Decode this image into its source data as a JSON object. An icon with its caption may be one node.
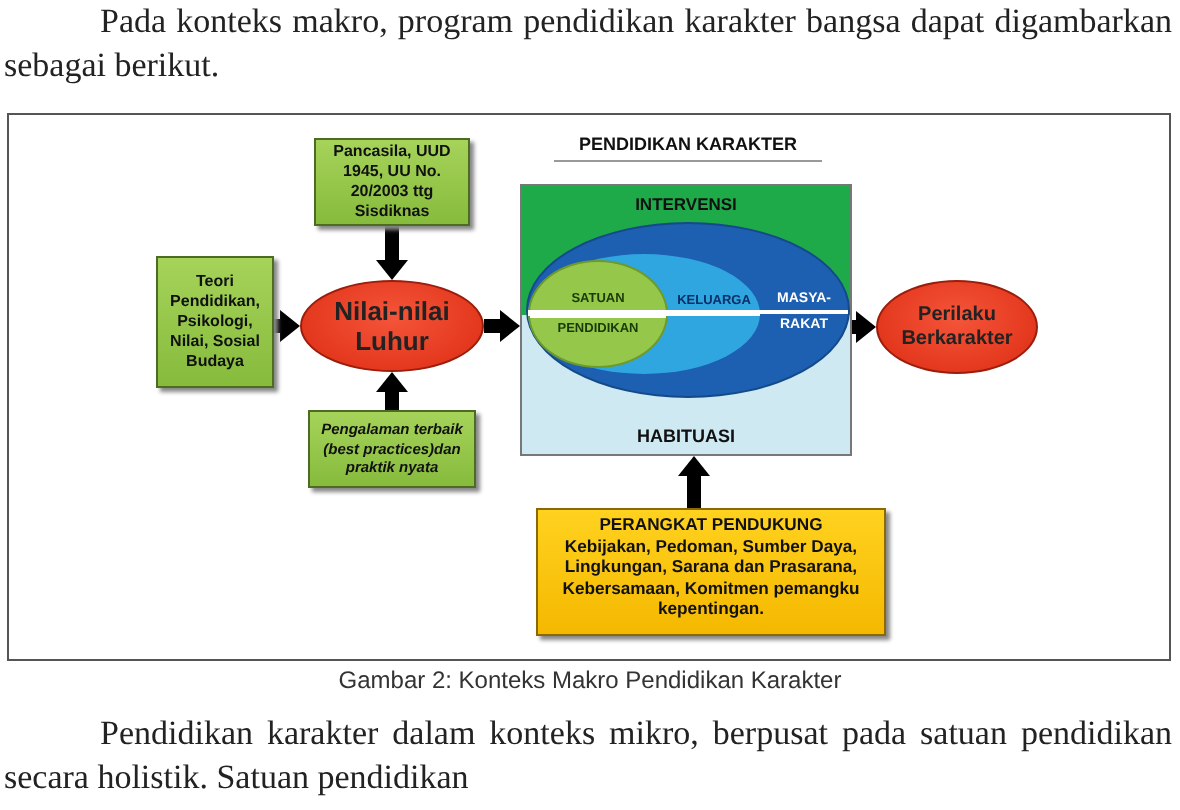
{
  "diagram": {
    "caption": "Gambar 2: Konteks Makro Pendidikan Karakter",
    "nodes": [
      {
        "text": [
          "Teori Pendidikan, Psikologi, Nilai, Sosial Budaya"
        ]
      },
      {
        "text": [
          "Pancasila, UUD 1945, UU No. 20/2003 ttg Sisdiknas"
        ]
      },
      {
        "text": [
          "Nilai-nilai Luhur"
        ]
      },
      {
        "text": [
          "Pengalaman terbaik (best practices)dan praktik nyata"
        ]
      },
      {
        "text": [
          "PENDIDIKAN KARAKTER",
          "INTERVENSI",
          "HABITUASI"
        ]
      },
      {
        "text": [
          "MASYA- RAKAT"
        ],
        "in": 4
      },
      {
        "text": [
          "KELUARGA"
        ],
        "in": 5
      },
      {
        "text": [
          "SATUAN PENDIDIKAN"
        ],
        "in": 6
      },
      {
        "text": [
          "Perilaku Berkarakter"
        ]
      },
      {
        "text": [
          "PERANGKAT PENDUKUNG",
          "Kebijakan, Pedoman, Sumber Daya, Lingkungan, Sarana dan Prasarana, Kebersamaan, Komitmen pemangku kepentingan."
        ]
      }
    ],
    "edges": [
      {
        "from": 0,
        "to": 2,
        "arrow": "to"
      },
      {
        "from": 1,
        "to": 2,
        "arrow": "to"
      },
      {
        "from": 3,
        "to": 2,
        "arrow": "to"
      },
      {
        "from": 2,
        "to": 4,
        "arrow": "to"
      },
      {
        "from": 4,
        "to": 8,
        "arrow": "to"
      },
      {
        "from": 9,
        "to": 4,
        "arrow": "to"
      }
    ],
    "labels": [
      "Pada konteks makro, program pendidikan karakter bangsa dapat digambarkan sebagai berikut.",
      "Pendidikan karakter dalam konteks mikro, berpusat pada satuan pendidikan secara holistik. Satuan pendidikan"
    ]
  }
}
